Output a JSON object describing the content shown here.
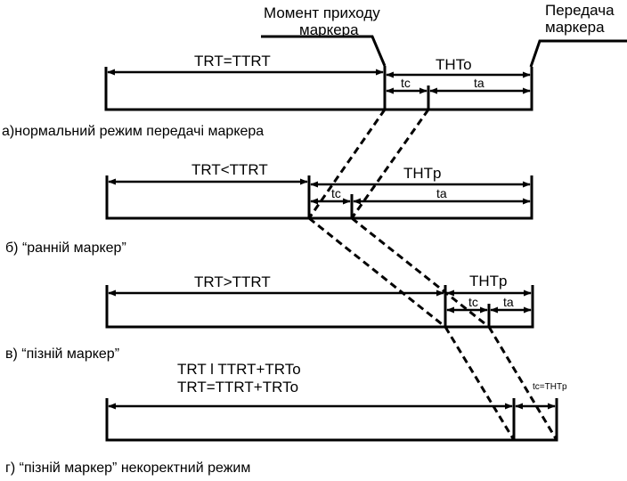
{
  "labels": {
    "moment_line1": "Момент приходу",
    "moment_line2": "маркера",
    "transfer_line1": "Передача",
    "transfer_line2": "маркера"
  },
  "panels": [
    {
      "caption": "а)нормальний режим передачі маркера",
      "trt_label": "TRT=TTRT",
      "tht_label": "THTo",
      "tc_label": "tc",
      "ta_label": "ta"
    },
    {
      "caption": "б) “ранній маркер”",
      "trt_label": "TRT<TTRT",
      "tht_label": "THTp",
      "tc_label": "tc",
      "ta_label": "ta"
    },
    {
      "caption": "в) “пізній маркер”",
      "trt_label": "TRT>TTRT",
      "tht_label": "THTp",
      "tc_label": "tc",
      "ta_label": "ta"
    },
    {
      "caption": "г) “пізній маркер” некоректний режим",
      "trt_label_line1": "TRT l TTRT+TRTo",
      "trt_label_line2": "TRT=TTRT+TRTo",
      "tc_label": "tc=THTp"
    }
  ]
}
